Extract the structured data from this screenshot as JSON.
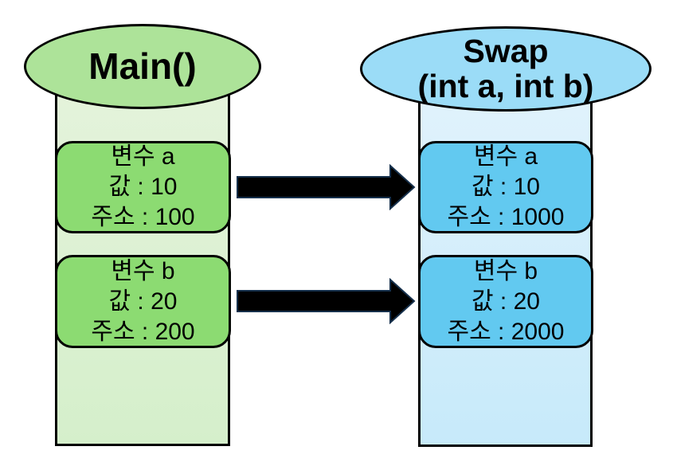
{
  "diagram": {
    "left_stack": {
      "title": "Main()",
      "variables": [
        {
          "name": "변수 a",
          "value": "값 : 10",
          "address": "주소 : 100"
        },
        {
          "name": "변수 b",
          "value": "값 : 20",
          "address": "주소 : 200"
        }
      ]
    },
    "right_stack": {
      "title_line1": "Swap",
      "title_line2": "(int a, int b)",
      "variables": [
        {
          "name": "변수 a",
          "value": "값 : 10",
          "address": "주소 : 1000"
        },
        {
          "name": "변수 b",
          "value": "값 : 20",
          "address": "주소 : 2000"
        }
      ]
    },
    "arrows": [
      {
        "name": "copy-a-arrow",
        "direction": "right"
      },
      {
        "name": "copy-b-arrow",
        "direction": "right"
      }
    ],
    "colors": {
      "green-ellipse": "#ADE399",
      "green-col-top": "#E4F3DB",
      "green-col-bottom": "#D5EFCB",
      "green-box": "#8CDB72",
      "blue-ellipse": "#9BDCF7",
      "blue-col-top": "#E0F2FC",
      "blue-col-bottom": "#C7EAFA",
      "blue-box": "#62C9F0",
      "arrow-fill": "#000000",
      "arrow-stroke": "#16304C",
      "outline": "#000000"
    }
  }
}
